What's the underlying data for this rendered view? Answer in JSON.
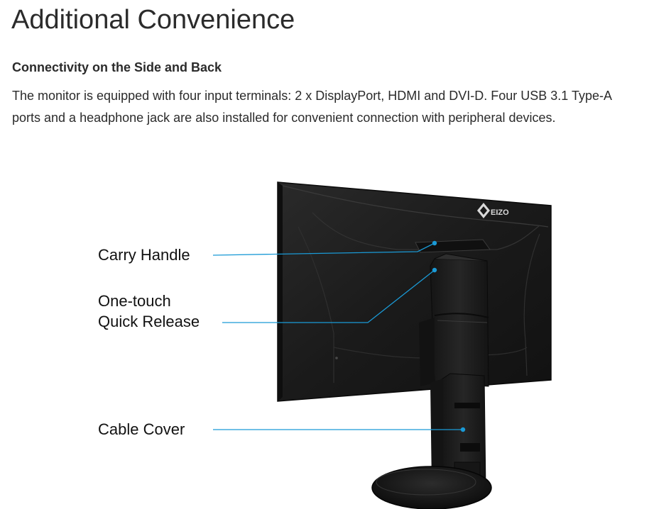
{
  "title": "Additional Convenience",
  "section": {
    "heading": "Connectivity on the Side and Back",
    "body": "The monitor is equipped with four input terminals: 2 x DisplayPort, HDMI and DVI-D. Four USB 3.1 Type-A ports and a headphone jack are also installed for convenient connection with peripheral devices."
  },
  "figure": {
    "brand_logo": "EIZO",
    "callouts": {
      "carry_handle": "Carry Handle",
      "quick_release_line1": "One-touch",
      "quick_release_line2": "Quick Release",
      "cable_cover": "Cable Cover"
    },
    "colors": {
      "callout_line": "#1a9ad6",
      "monitor_body": "#1c1c1c"
    }
  }
}
